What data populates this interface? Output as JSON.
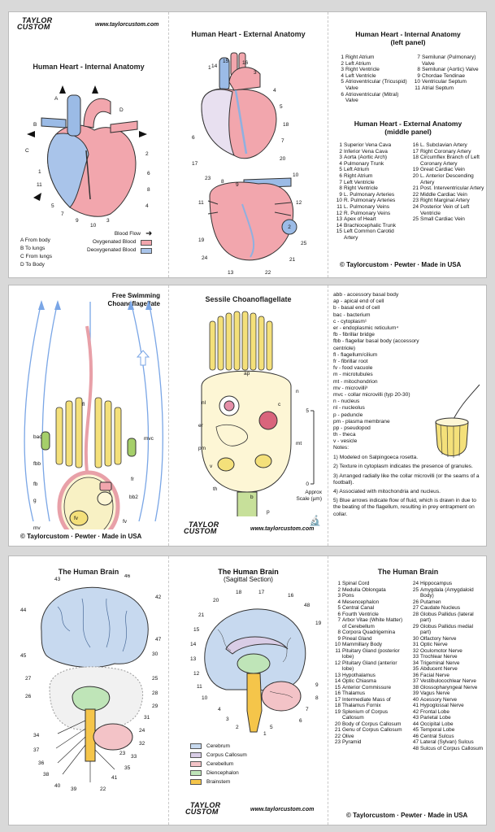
{
  "brand": {
    "line1": "TAYLOR",
    "line2": "CUSTOM",
    "url": "www.taylorcustom.com"
  },
  "footer": "© Taylorcustom · Pewter · Made in USA",
  "heart_internal": {
    "title": "Human Heart - Internal Anatomy",
    "flow": [
      {
        "k": "A",
        "t": "From body"
      },
      {
        "k": "B",
        "t": "To lungs"
      },
      {
        "k": "C",
        "t": "From lungs"
      },
      {
        "k": "D",
        "t": "To Body"
      }
    ],
    "legend": {
      "flow": "Blood Flow",
      "oxy": "Oxygenated Blood",
      "deoxy": "Deoxygenated Blood"
    },
    "labels": [
      "A",
      "B",
      "C",
      "D",
      "1",
      "2",
      "3",
      "4",
      "5",
      "6",
      "7",
      "8",
      "9",
      "10",
      "11"
    ]
  },
  "heart_external": {
    "title": "Human Heart - External Anatomy",
    "labels": [
      "1",
      "2",
      "3",
      "4",
      "5",
      "6",
      "7",
      "8",
      "9",
      "10",
      "11",
      "12",
      "13",
      "14",
      "15",
      "16",
      "17",
      "18",
      "19",
      "20",
      "21",
      "22",
      "23",
      "24",
      "25"
    ]
  },
  "heart_lists": {
    "left_title": "Human Heart - Internal Anatomy",
    "left_sub": "(left panel)",
    "left_col1": [
      {
        "n": "1",
        "t": "Right Atrium"
      },
      {
        "n": "2",
        "t": "Left Atrium"
      },
      {
        "n": "3",
        "t": "Right Ventricle"
      },
      {
        "n": "4",
        "t": "Left Ventricle"
      },
      {
        "n": "5",
        "t": "Atrioventricular (Tricuspid) Valve"
      },
      {
        "n": "6",
        "t": "Atrioventricular (Mitral) Valve"
      }
    ],
    "left_col2": [
      {
        "n": "7",
        "t": "Semilunar (Pulmonary) Valve"
      },
      {
        "n": "8",
        "t": "Semilunar (Aortic) Valve"
      },
      {
        "n": "9",
        "t": "Chordae Tendinae"
      },
      {
        "n": "10",
        "t": "Ventricular Septum"
      },
      {
        "n": "11",
        "t": "Atrial Septum"
      }
    ],
    "mid_title": "Human Heart - External Anatomy",
    "mid_sub": "(middle panel)",
    "mid_col1": [
      {
        "n": "1",
        "t": "Superior Vena Cava"
      },
      {
        "n": "2",
        "t": "Inferior Vena Cava"
      },
      {
        "n": "3",
        "t": "Aorta (Aortic Arch)"
      },
      {
        "n": "4",
        "t": "Pulmonary Trunk"
      },
      {
        "n": "5",
        "t": "Left Atrium"
      },
      {
        "n": "6",
        "t": "Right Atrium"
      },
      {
        "n": "7",
        "t": "Left Ventricle"
      },
      {
        "n": "8",
        "t": "Right Ventricle"
      },
      {
        "n": "9",
        "t": "L. Pulmonary Arteries"
      },
      {
        "n": "10",
        "t": "R. Pulmonary Arteries"
      },
      {
        "n": "11",
        "t": "L. Pulmonary Veins"
      },
      {
        "n": "12",
        "t": "R. Pulmonary Veins"
      },
      {
        "n": "13",
        "t": "Apex of Heart"
      },
      {
        "n": "14",
        "t": "Brachiocephalic Trunk"
      },
      {
        "n": "15",
        "t": "Left Common Carotid Artery"
      }
    ],
    "mid_col2": [
      {
        "n": "16",
        "t": "L. Subclavian Artery"
      },
      {
        "n": "17",
        "t": "Right Coronary Artery"
      },
      {
        "n": "18",
        "t": "Circumflex Branch of Left Coronary Artery"
      },
      {
        "n": "19",
        "t": "Great Cardiac Vein"
      },
      {
        "n": "20",
        "t": "L. Anterior Descending Artery"
      },
      {
        "n": "21",
        "t": "Post. Interventricular Artery"
      },
      {
        "n": "22",
        "t": "Middle Cardiac Vein"
      },
      {
        "n": "23",
        "t": "Right Marginal Artery"
      },
      {
        "n": "24",
        "t": "Posterior Vein of Left Ventricle"
      },
      {
        "n": "25",
        "t": "Small Cardiac Vein"
      }
    ]
  },
  "choano_free": {
    "title_1": "Free Swimming",
    "title_2": "Choanoflagellate",
    "labels": [
      "fl",
      "bac",
      "mvc",
      "fbb",
      "fb",
      "fr",
      "g",
      "bb2",
      "mv",
      "fv",
      "fv"
    ]
  },
  "choano_sessile": {
    "title": "Sessile Choanoflagellate",
    "labels": [
      "ap",
      "n",
      "nl",
      "c",
      "er",
      "mt",
      "pm",
      "v",
      "b",
      "th",
      "p"
    ],
    "scale_ticks": [
      "5",
      "0"
    ],
    "scale_label_1": "Approx",
    "scale_label_2": "Scale (µm)"
  },
  "choano_abbr": [
    "abb - accessory basal body",
    "ap - apical end of cell",
    "b - basal end of cell",
    "bac - bacterium",
    "c - cytoplasm¹",
    "er - endoplasmic reticulum⁴",
    "fb - fibrillar bridge",
    "fbb - flagellar basal body (accessory centriole)",
    "fl - flagellum/cilium",
    "fr - fibrillar root",
    "fv - food vacuole",
    "m - microtubules",
    "mt - mitochondrion",
    "mv - microvilli³",
    "mvc - collar microvilli (typ 20-30)",
    "n - nucleus",
    "nl - nucleolus",
    "p - peduncle",
    "pm - plasma membrane",
    "pp - pseudopod",
    "th - theca",
    "v - vesicle"
  ],
  "choano_notes": {
    "heading": "Notes:",
    "items": [
      "1) Modeled on Salpingoeca rosetta.",
      "2) Texture in cytoplasm indicates the presence of granules.",
      "3) Arranged radially like the collar microvilli (or the seams of a football).",
      "4) Associated with mitochondria and nucleus.",
      "5) Blue arrows indicate flow of fluid, which is drawn in due to the beating of the flagellum, resulting in prey entrapment on collar."
    ]
  },
  "brain_left": {
    "title": "The Human Brain",
    "labels": [
      "43",
      "46",
      "42",
      "44",
      "47",
      "45",
      "30",
      "27",
      "25",
      "28",
      "26",
      "29",
      "31",
      "24",
      "32",
      "33",
      "34",
      "35",
      "37",
      "36",
      "38",
      "40",
      "39",
      "41",
      "22",
      "23"
    ]
  },
  "brain_sagittal": {
    "title": "The Human Brain",
    "subtitle": "(Sagittal Section)",
    "labels": [
      "18",
      "17",
      "16",
      "20",
      "48",
      "21",
      "19",
      "15",
      "14",
      "13",
      "12",
      "11",
      "10",
      "9",
      "8",
      "7",
      "6",
      "5",
      "4",
      "3",
      "2",
      "1"
    ],
    "legend": [
      "Cerebrum",
      "Corpus Callosum",
      "Cerebellum",
      "Diencephalon",
      "Brainstem"
    ],
    "colors": [
      "#c7d9ef",
      "#d9cde6",
      "#f3c3c7",
      "#bfe5b8",
      "#f5c54a"
    ]
  },
  "brain_list": {
    "title": "The Human Brain",
    "col1": [
      {
        "n": "1",
        "t": "Spinal Cord"
      },
      {
        "n": "2",
        "t": "Medulla Oblongata"
      },
      {
        "n": "3",
        "t": "Pons"
      },
      {
        "n": "4",
        "t": "Mesencephalon"
      },
      {
        "n": "5",
        "t": "Central Canal"
      },
      {
        "n": "6",
        "t": "Fourth Ventricle"
      },
      {
        "n": "7",
        "t": "Arbor Vitae (White Matter) of Cerebellum"
      },
      {
        "n": "8",
        "t": "Corpora Quadrigemina"
      },
      {
        "n": "9",
        "t": "Pineal Gland"
      },
      {
        "n": "10",
        "t": "Mammillary Body"
      },
      {
        "n": "11",
        "t": "Pituitary Gland (posterior lobe)"
      },
      {
        "n": "12",
        "t": "Pituitary Gland (anterior lobe)"
      },
      {
        "n": "13",
        "t": "Hypothalamus"
      },
      {
        "n": "14",
        "t": "Optic Chiasma"
      },
      {
        "n": "15",
        "t": "Anterior Commissure"
      },
      {
        "n": "16",
        "t": "Thalamus"
      },
      {
        "n": "17",
        "t": "Intermediate Mass of"
      },
      {
        "n": "18",
        "t": "Thalamus Fornix"
      },
      {
        "n": "19",
        "t": "Splenium of Corpus Callosum"
      },
      {
        "n": "20",
        "t": "Body of Corpus Callosum"
      },
      {
        "n": "21",
        "t": "Genu of Corpus Callosum"
      },
      {
        "n": "22",
        "t": "Olive"
      },
      {
        "n": "23",
        "t": "Pyramid"
      }
    ],
    "col2": [
      {
        "n": "24",
        "t": "Hippocampus"
      },
      {
        "n": "25",
        "t": "Amygdala (Amygdaloid Body)"
      },
      {
        "n": "26",
        "t": "Putamen"
      },
      {
        "n": "27",
        "t": "Caudate Nucleus"
      },
      {
        "n": "28",
        "t": "Globus Pallidus (lateral part)"
      },
      {
        "n": "29",
        "t": "Globus Pallidus medial part)"
      },
      {
        "n": "30",
        "t": "Olfactory Nerve"
      },
      {
        "n": "31",
        "t": "Optic Nerve"
      },
      {
        "n": "32",
        "t": "Oculomotor Nerve"
      },
      {
        "n": "33",
        "t": "Trochlear Nerve"
      },
      {
        "n": "34",
        "t": "Trigeminal Nerve"
      },
      {
        "n": "35",
        "t": "Abducent Nerve"
      },
      {
        "n": "36",
        "t": "Facial Nerve"
      },
      {
        "n": "37",
        "t": "Vestibulocochlear Nerve"
      },
      {
        "n": "38",
        "t": "Glossopharyngeal Nerve"
      },
      {
        "n": "39",
        "t": "Vagus Nerve"
      },
      {
        "n": "40",
        "t": "Acessory Nerve"
      },
      {
        "n": "41",
        "t": "Hypoglossal Nerve"
      },
      {
        "n": "42",
        "t": "Frontal Lobe"
      },
      {
        "n": "43",
        "t": "Parietal Lobe"
      },
      {
        "n": "44",
        "t": "Occipital Lobe"
      },
      {
        "n": "45",
        "t": "Temporal Lobe"
      },
      {
        "n": "46",
        "t": "Central Sulcus"
      },
      {
        "n": "47",
        "t": "Lateral (Sylvan) Sulcus"
      },
      {
        "n": "48",
        "t": "Sulcus of Corpus Callosum"
      }
    ]
  },
  "colors": {
    "oxy": "#f2a6ad",
    "deoxy": "#a9c4ea",
    "vessel_blue": "#9bbbe6",
    "flow_arrow": "#7aa6e6",
    "cell_yellow": "#f4e07a"
  }
}
